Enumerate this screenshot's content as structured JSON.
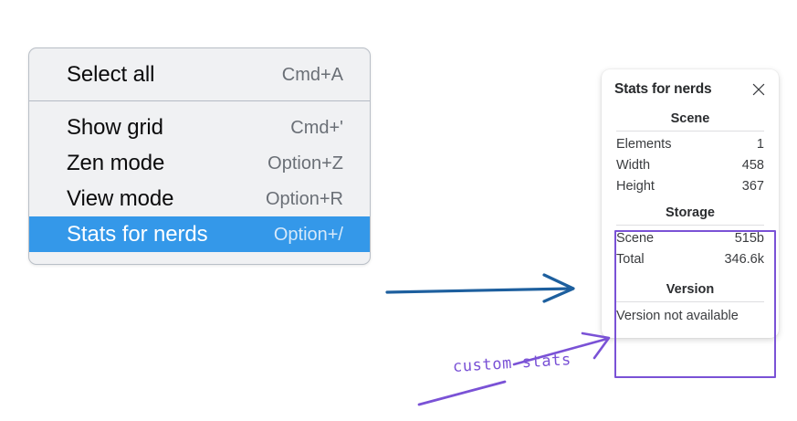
{
  "context_menu": {
    "name": "context-menu",
    "groups": [
      {
        "items": [
          {
            "label": "Select all",
            "shortcut": "Cmd+A",
            "selected": false
          }
        ]
      },
      {
        "items": [
          {
            "label": "Show grid",
            "shortcut": "Cmd+'",
            "selected": false
          },
          {
            "label": "Zen mode",
            "shortcut": "Option+Z",
            "selected": false
          },
          {
            "label": "View mode",
            "shortcut": "Option+R",
            "selected": false
          },
          {
            "label": "Stats for nerds",
            "shortcut": "Option+/",
            "selected": true
          }
        ]
      }
    ],
    "highlight_color": "#3498e9"
  },
  "stats_panel": {
    "title": "Stats for nerds",
    "close_icon": "close-icon",
    "sections": [
      {
        "name": "scene",
        "heading": "Scene",
        "rows": [
          {
            "key": "Elements",
            "value": "1"
          },
          {
            "key": "Width",
            "value": "458"
          },
          {
            "key": "Height",
            "value": "367"
          }
        ]
      },
      {
        "name": "storage",
        "heading": "Storage",
        "rows": [
          {
            "key": "Scene",
            "value": "515b"
          },
          {
            "key": "Total",
            "value": "346.6k"
          }
        ]
      },
      {
        "name": "version",
        "heading": "Version",
        "text": "Version not available"
      }
    ]
  },
  "annotations": {
    "blue_arrow_color": "#1d5f9e",
    "purple_color": "#7a52d6",
    "custom_stats_label": "custom stats"
  }
}
